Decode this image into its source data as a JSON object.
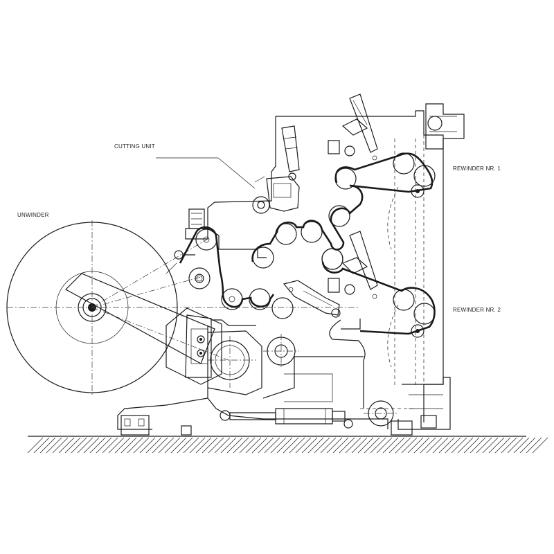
{
  "labels": {
    "unwinder": "UNWINDER",
    "cutting_unit": "CUTTING UNIT",
    "rewinder_1": "REWINDER NR. 1",
    "rewinder_2": "REWINDER NR. 2"
  },
  "colors": {
    "line": "#1a1a1a",
    "background": "#ffffff"
  }
}
